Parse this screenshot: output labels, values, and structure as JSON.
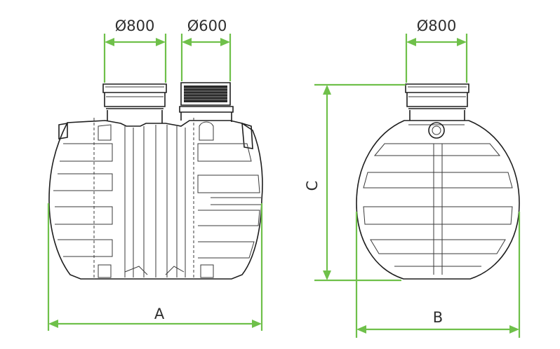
{
  "labels": {
    "front_left_diameter": "Ø800",
    "front_right_diameter": "Ø600",
    "side_diameter": "Ø800",
    "length": "A",
    "width": "B",
    "height": "C"
  },
  "colors": {
    "dimension_line": "#6fc04a",
    "outline": "#1e1e1e",
    "text": "#2e2e2e",
    "background": "#ffffff"
  }
}
